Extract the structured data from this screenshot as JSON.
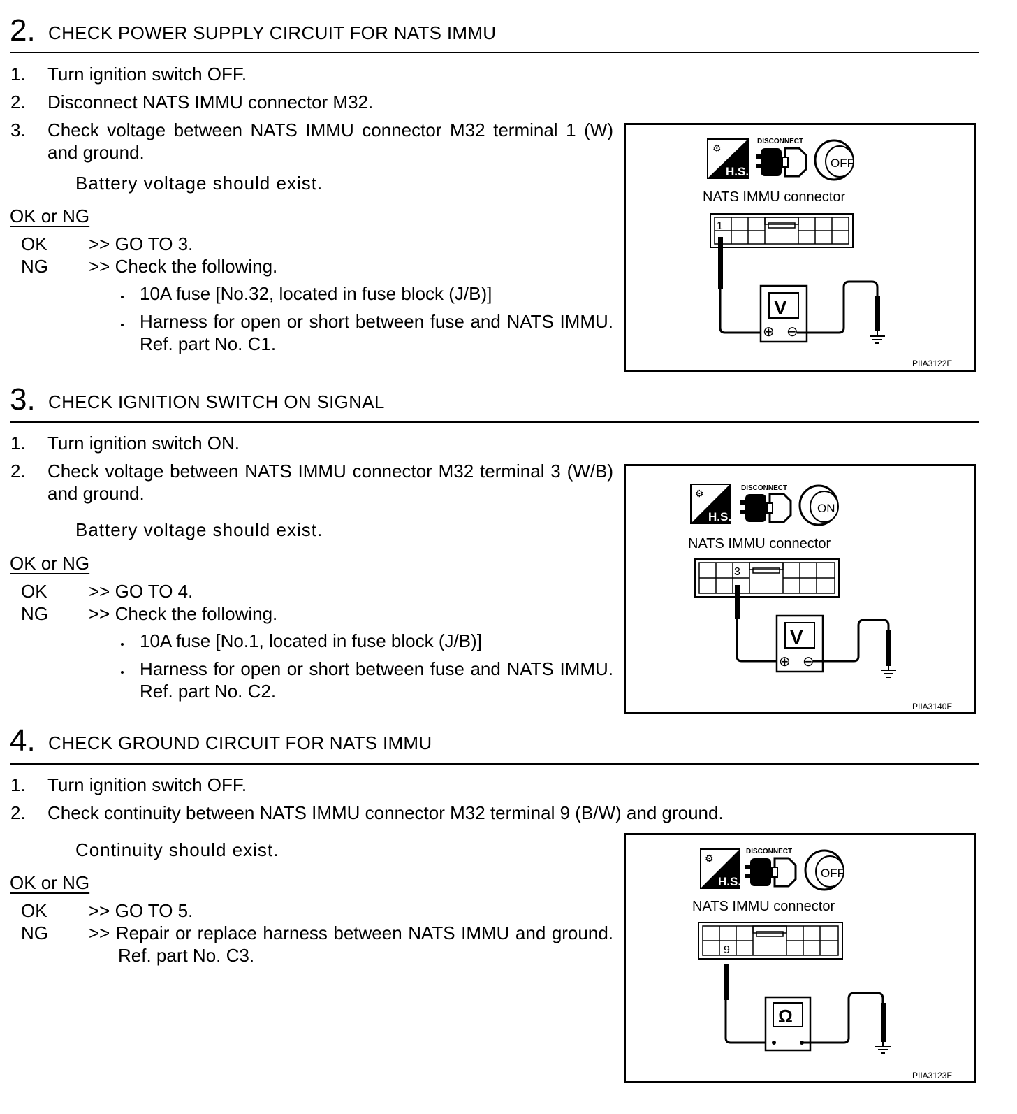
{
  "step2": {
    "number": "2.",
    "title": "CHECK POWER SUPPLY CIRCUIT FOR NATS IMMU",
    "items": [
      {
        "n": "1.",
        "text": "Turn ignition switch OFF."
      },
      {
        "n": "2.",
        "text": "Disconnect NATS IMMU connector M32."
      },
      {
        "n": "3.",
        "text": "Check voltage between NATS IMMU connector M32 terminal 1 (W) and ground."
      }
    ],
    "spec": "Battery voltage should exist.",
    "okng_heading": "OK or NG",
    "ok_label": "OK",
    "ok_text": ">> GO TO 3.",
    "ng_label": "NG",
    "ng_text": ">> Check the following.",
    "bullets": [
      "10A fuse [No.32, located in fuse block (J/B)]",
      "Harness for open or short between fuse and NATS IMMU. Ref. part No. C1."
    ],
    "figure": {
      "connector_label": "NATS IMMU connector",
      "terminal": "1",
      "meter": "V",
      "plus": "⊕",
      "minus": "⊖",
      "hs": "H.S.",
      "disconnect": "DISCONNECT",
      "key": "OFF",
      "code": "PIIA3122E"
    }
  },
  "step3": {
    "number": "3.",
    "title": "CHECK IGNITION SWITCH ON SIGNAL",
    "items": [
      {
        "n": "1.",
        "text": "Turn ignition switch ON."
      },
      {
        "n": "2.",
        "text": "Check voltage between NATS IMMU connector M32 terminal 3 (W/B) and ground."
      }
    ],
    "spec": "Battery voltage should exist.",
    "okng_heading": "OK or NG",
    "ok_label": "OK",
    "ok_text": ">> GO TO 4.",
    "ng_label": "NG",
    "ng_text": ">> Check the following.",
    "bullets": [
      "10A fuse [No.1, located in fuse block (J/B)]",
      "Harness for open or short between fuse and NATS IMMU. Ref. part No. C2."
    ],
    "figure": {
      "connector_label": "NATS IMMU connector",
      "terminal": "3",
      "meter": "V",
      "plus": "⊕",
      "minus": "⊖",
      "hs": "H.S.",
      "disconnect": "DISCONNECT",
      "key": "ON",
      "code": "PIIA3140E"
    }
  },
  "step4": {
    "number": "4.",
    "title": "CHECK GROUND CIRCUIT FOR NATS IMMU",
    "items": [
      {
        "n": "1.",
        "text": "Turn ignition switch OFF."
      },
      {
        "n": "2.",
        "text": "Check continuity between NATS IMMU connector M32 terminal 9 (B/W) and ground."
      }
    ],
    "spec": "Continuity should exist.",
    "okng_heading": "OK or NG",
    "ok_label": "OK",
    "ok_text": ">> GO TO 5.",
    "ng_label": "NG",
    "ng_text": ">> Repair or replace harness between NATS IMMU and ground. Ref. part No. C3.",
    "figure": {
      "connector_label": "NATS IMMU connector",
      "terminal": "9",
      "meter": "Ω",
      "hs": "H.S.",
      "disconnect": "DISCONNECT",
      "key": "OFF",
      "code": "PIIA3123E"
    }
  }
}
